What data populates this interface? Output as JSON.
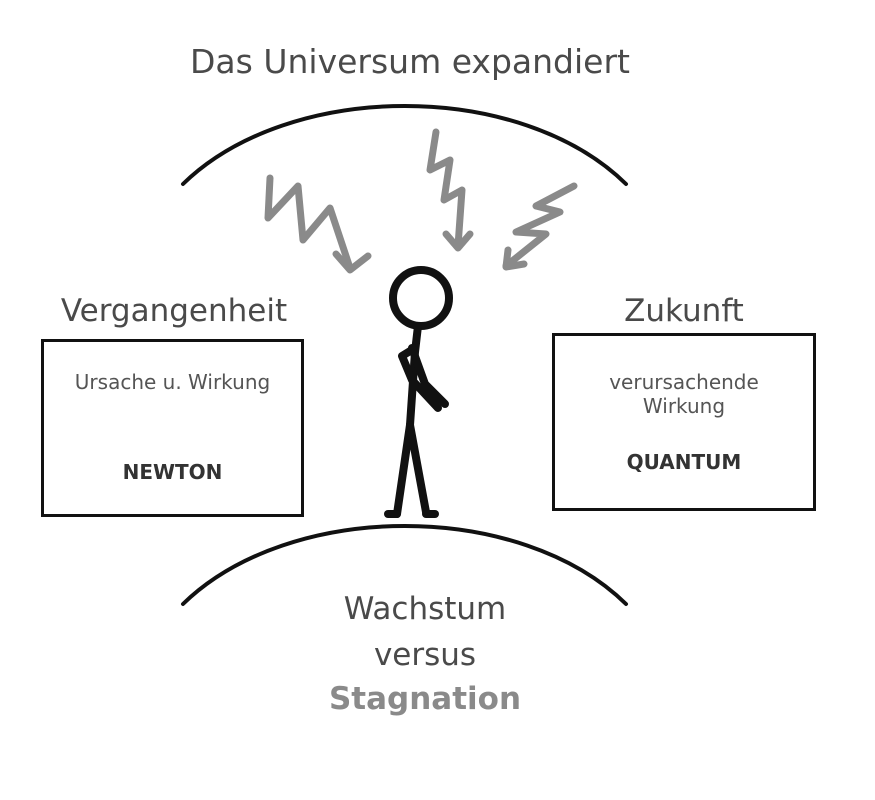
{
  "title": "Das Universum expandiert",
  "past": {
    "heading": "Vergangenheit",
    "description": "Ursache u. Wirkung",
    "name": "NEWTON"
  },
  "future": {
    "heading": "Zukunft",
    "description_line1": "verursachende",
    "description_line2": "Wirkung",
    "name": "QUANTUM"
  },
  "bottom": {
    "line1": "Wachstum",
    "line2": "versus",
    "line3": "Stagnation"
  },
  "colors": {
    "ink": "#111111",
    "arrow": "#8a8a8a",
    "text": "#4a4a4a",
    "accent_text": "#8a8a8a"
  },
  "icons": {
    "figure": "stick-figure-icon",
    "energy": "lightning-arrow-icon"
  }
}
